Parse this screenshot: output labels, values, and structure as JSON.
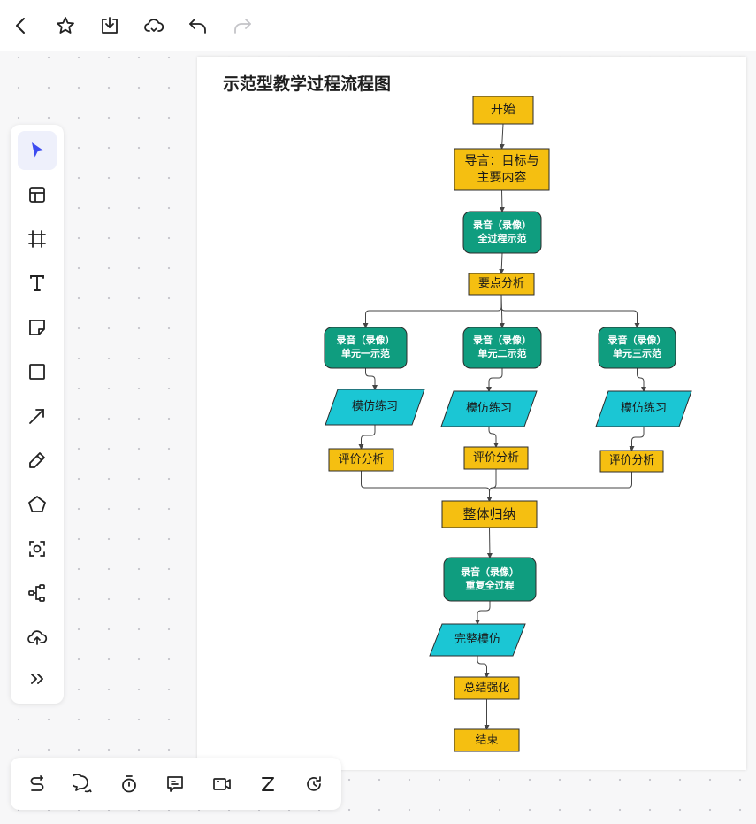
{
  "topbar": {
    "buttons": [
      {
        "name": "back",
        "icon": "chevron-left-icon"
      },
      {
        "name": "favorite",
        "icon": "star-icon"
      },
      {
        "name": "download",
        "icon": "download-icon"
      },
      {
        "name": "cloud-sync",
        "icon": "cloud-sync-icon"
      },
      {
        "name": "undo",
        "icon": "undo-icon"
      },
      {
        "name": "redo",
        "icon": "redo-icon"
      }
    ]
  },
  "left_toolbar": [
    {
      "name": "select",
      "icon": "cursor-arrow-icon",
      "active": true
    },
    {
      "name": "template",
      "icon": "layout-icon"
    },
    {
      "name": "frame",
      "icon": "frame-icon"
    },
    {
      "name": "text",
      "icon": "text-icon"
    },
    {
      "name": "sticky-note",
      "icon": "sticky-note-icon"
    },
    {
      "name": "rectangle",
      "icon": "square-icon"
    },
    {
      "name": "connector",
      "icon": "arrow-line-icon"
    },
    {
      "name": "pen",
      "icon": "pencil-icon"
    },
    {
      "name": "polygon",
      "icon": "pentagon-icon"
    },
    {
      "name": "ai-scan",
      "icon": "scan-icon"
    },
    {
      "name": "mind-map",
      "icon": "mind-map-icon"
    },
    {
      "name": "upload",
      "icon": "cloud-upload-icon"
    },
    {
      "name": "more",
      "icon": "chevrons-right-icon"
    }
  ],
  "bottom_toolbar": [
    {
      "name": "flow",
      "icon": "flow-icon"
    },
    {
      "name": "comments",
      "icon": "chat-bubbles-icon"
    },
    {
      "name": "timer",
      "icon": "timer-icon"
    },
    {
      "name": "message",
      "icon": "message-icon"
    },
    {
      "name": "video",
      "icon": "video-icon"
    },
    {
      "name": "sleep",
      "icon": "z-icon"
    },
    {
      "name": "history",
      "icon": "history-icon"
    }
  ],
  "diagram": {
    "title": "示范型教学过程流程图",
    "colors": {
      "yellow": "#f5bf11",
      "green": "#0f9d7f",
      "cyan": "#1bc6d4",
      "edge": "#444444"
    },
    "nodes": [
      {
        "id": "start",
        "label": "开始",
        "style": "yellow"
      },
      {
        "id": "intro",
        "label": "导言：目标与\n主要内容",
        "style": "yellow"
      },
      {
        "id": "demo-full",
        "label": "录音（录像）\n全过程示范",
        "style": "green"
      },
      {
        "id": "key-points",
        "label": "要点分析",
        "style": "yellow"
      },
      {
        "id": "demo-unit1",
        "label": "录音（录像）\n单元一示范",
        "style": "green"
      },
      {
        "id": "demo-unit2",
        "label": "录音（录像）\n单元二示范",
        "style": "green"
      },
      {
        "id": "demo-unit3",
        "label": "录音（录像）\n单元三示范",
        "style": "green"
      },
      {
        "id": "practice1",
        "label": "模仿练习",
        "style": "cyan"
      },
      {
        "id": "practice2",
        "label": "模仿练习",
        "style": "cyan"
      },
      {
        "id": "practice3",
        "label": "模仿练习",
        "style": "cyan"
      },
      {
        "id": "eval1",
        "label": "评价分析",
        "style": "yellow"
      },
      {
        "id": "eval2",
        "label": "评价分析",
        "style": "yellow"
      },
      {
        "id": "eval3",
        "label": "评价分析",
        "style": "yellow"
      },
      {
        "id": "summary",
        "label": "整体归纳",
        "style": "yellow"
      },
      {
        "id": "repeat",
        "label": "录音（录像）\n重复全过程",
        "style": "green"
      },
      {
        "id": "full-imitation",
        "label": "完整模仿",
        "style": "cyan"
      },
      {
        "id": "reinforce",
        "label": "总结强化",
        "style": "yellow"
      },
      {
        "id": "end",
        "label": "结束",
        "style": "yellow"
      }
    ],
    "edges": [
      [
        "start",
        "intro"
      ],
      [
        "intro",
        "demo-full"
      ],
      [
        "demo-full",
        "key-points"
      ],
      [
        "key-points",
        "demo-unit1"
      ],
      [
        "key-points",
        "demo-unit2"
      ],
      [
        "key-points",
        "demo-unit3"
      ],
      [
        "demo-unit1",
        "practice1"
      ],
      [
        "demo-unit2",
        "practice2"
      ],
      [
        "demo-unit3",
        "practice3"
      ],
      [
        "practice1",
        "eval1"
      ],
      [
        "practice2",
        "eval2"
      ],
      [
        "practice3",
        "eval3"
      ],
      [
        "eval1",
        "summary"
      ],
      [
        "eval2",
        "summary"
      ],
      [
        "eval3",
        "summary"
      ],
      [
        "summary",
        "repeat"
      ],
      [
        "repeat",
        "full-imitation"
      ],
      [
        "full-imitation",
        "reinforce"
      ],
      [
        "reinforce",
        "end"
      ]
    ]
  }
}
